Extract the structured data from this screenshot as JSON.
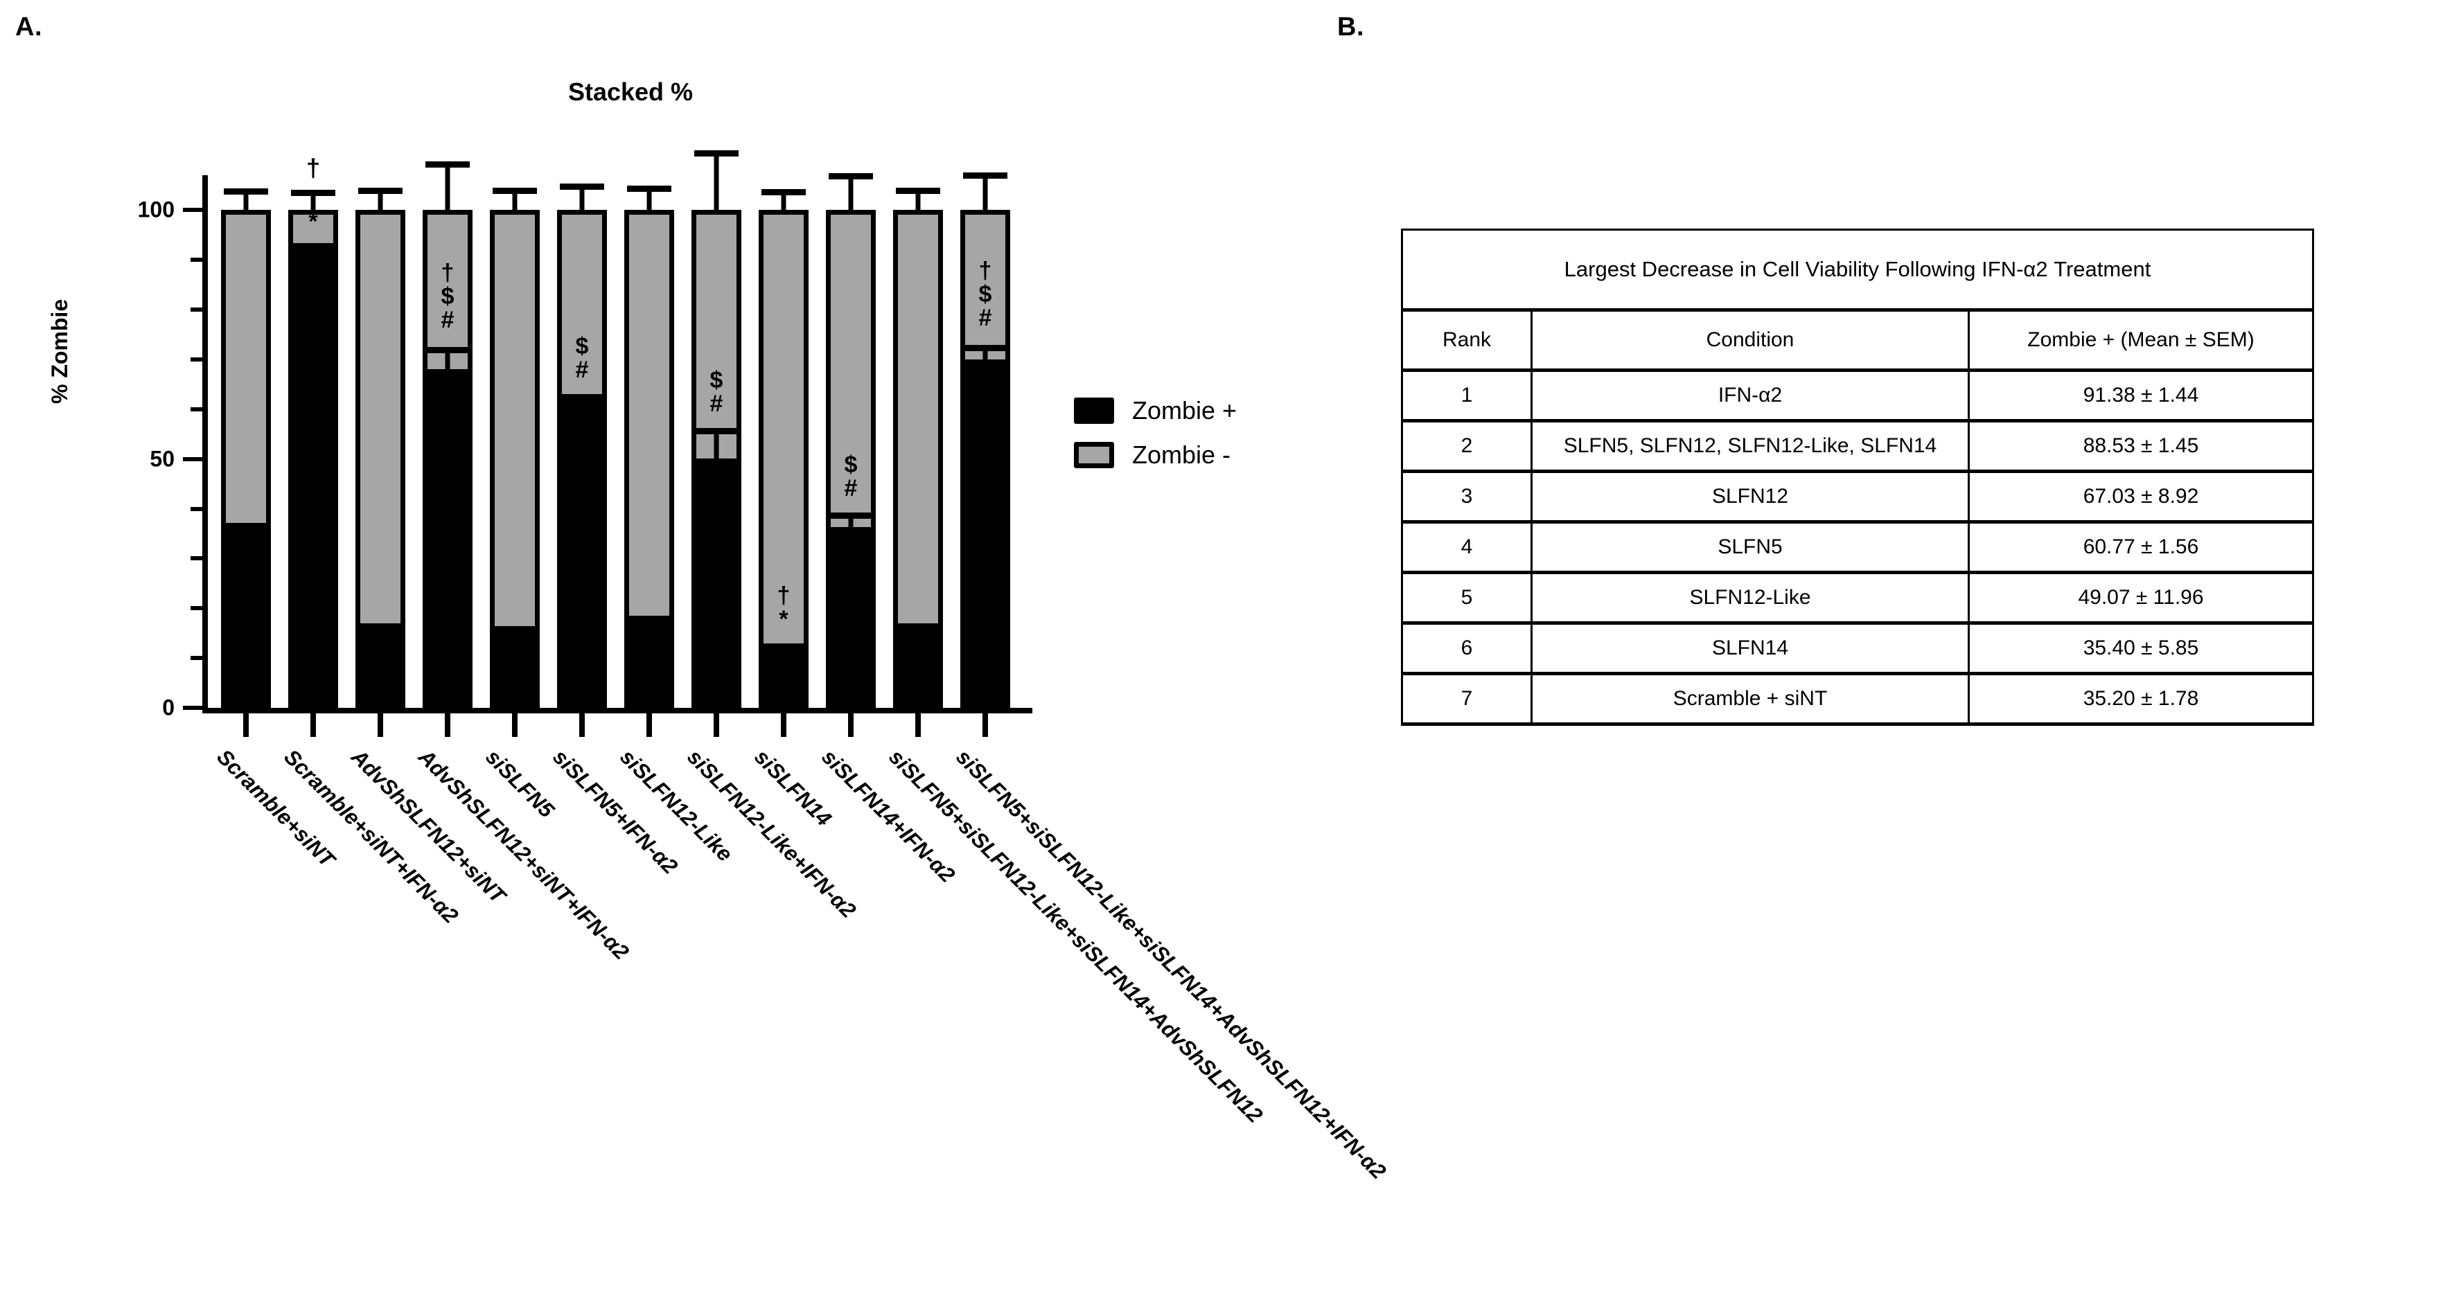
{
  "panels": {
    "a_label": "A.",
    "b_label": "B."
  },
  "chart_data": {
    "type": "bar",
    "subtype": "stacked-percent",
    "title": "Stacked %",
    "xlabel": "",
    "ylabel": "% Zombie",
    "ylim": [
      0,
      100
    ],
    "yticks": [
      0,
      50,
      100
    ],
    "ytick_labels": [
      "0",
      "50",
      "100"
    ],
    "minor_tick_interval": 10,
    "grid": false,
    "legend_position": "right",
    "categories": [
      "Scramble+siNT",
      "Scramble+siNT+IFN-α2",
      "AdvShSLFN12+siNT",
      "AdvShSLFN12+siNT+IFN-α2",
      "siSLFN5",
      "siSLFN5+IFN-α2",
      "siSLFN12-Like",
      "siSLFN12-Like+IFN-α2",
      "siSLFN14",
      "siSLFN14+IFN-α2",
      "siSLFN5+siSLFN12-Like+siSLFN14+AdvShSLFN12",
      "siSLFN5+siSLFN12-Like+siSLFN14+AdvShSLFN12+IFN-α2"
    ],
    "series": [
      {
        "name": "Zombie +",
        "color": "#000000",
        "values": [
          35.2,
          91.4,
          15.0,
          67.0,
          14.5,
          60.8,
          16.5,
          49.1,
          11.0,
          35.4,
          15.0,
          69.0
        ],
        "errors": [
          1.78,
          1.44,
          2.0,
          8.92,
          2.0,
          3.0,
          2.5,
          11.96,
          1.5,
          5.85,
          2.0,
          6.0
        ]
      },
      {
        "name": "Zombie -",
        "color": "#a6a6a6",
        "values": [
          64.8,
          8.6,
          85.0,
          33.0,
          85.5,
          39.2,
          83.5,
          50.9,
          89.0,
          64.6,
          85.0,
          31.0
        ],
        "errors": [
          1.78,
          1.44,
          2.0,
          8.92,
          2.0,
          3.0,
          2.5,
          11.96,
          1.5,
          5.85,
          2.0,
          6.0
        ]
      }
    ],
    "totals": [
      100,
      100,
      100,
      100,
      100,
      100,
      100,
      100,
      100,
      100,
      100,
      100
    ],
    "significance_above_bar": [
      "",
      "†",
      "",
      "",
      "",
      "",
      "",
      "",
      "",
      "",
      "",
      ""
    ],
    "significance_inside_bar": [
      [],
      [
        "*"
      ],
      [],
      [
        "†",
        "$",
        "#"
      ],
      [],
      [
        "$",
        "#"
      ],
      [],
      [
        "$",
        "#"
      ],
      [
        "†",
        "*"
      ],
      [
        "$",
        "#"
      ],
      [],
      [
        "†",
        "$",
        "#"
      ]
    ],
    "legend": [
      {
        "label": "Zombie +",
        "color": "#000000"
      },
      {
        "label": "Zombie -",
        "color": "#a6a6a6"
      }
    ]
  },
  "table": {
    "title": "Largest Decrease in Cell Viability Following IFN-α2 Treatment",
    "columns": [
      "Rank",
      "Condition",
      "Zombie + (Mean ± SEM)"
    ],
    "rows": [
      {
        "rank": "1",
        "condition": "IFN-α2",
        "value": "91.38 ± 1.44"
      },
      {
        "rank": "2",
        "condition": "SLFN5, SLFN12, SLFN12-Like, SLFN14",
        "value": "88.53 ± 1.45"
      },
      {
        "rank": "3",
        "condition": "SLFN12",
        "value": "67.03 ± 8.92"
      },
      {
        "rank": "4",
        "condition": "SLFN5",
        "value": "60.77 ± 1.56"
      },
      {
        "rank": "5",
        "condition": "SLFN12-Like",
        "value": "49.07 ±  11.96"
      },
      {
        "rank": "6",
        "condition": "SLFN14",
        "value": "35.40 ± 5.85"
      },
      {
        "rank": "7",
        "condition": "Scramble + siNT",
        "value": "35.20 ± 1.78"
      }
    ]
  }
}
